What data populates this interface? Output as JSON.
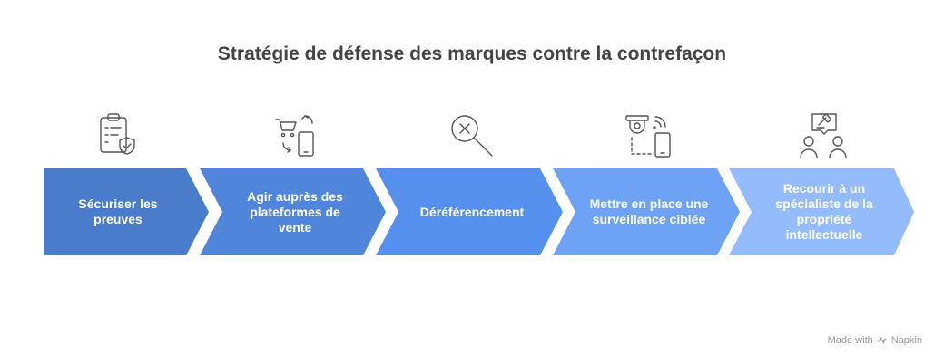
{
  "title": "Stratégie de défense des marques contre la contrefaçon",
  "steps": [
    {
      "label": "Sécuriser les preuves",
      "icon": "clipboard-shield-icon",
      "color": "#4a7ccc"
    },
    {
      "label": "Agir auprès des plateformes de vente",
      "icon": "cart-phone-exchange-icon",
      "color": "#4f86dc"
    },
    {
      "label": "Déréférencement",
      "icon": "search-remove-icon",
      "color": "#5590ee"
    },
    {
      "label": "Mettre en place une surveillance ciblée",
      "icon": "camera-phone-icon",
      "color": "#6ea2f5"
    },
    {
      "label": "Recourir à un spécialiste de la propriété intellectuelle",
      "icon": "legal-consultation-icon",
      "color": "#94bbfb"
    }
  ],
  "footer": {
    "text": "Made with",
    "brand": "Napkin",
    "icon": "napkin-logo-icon"
  }
}
